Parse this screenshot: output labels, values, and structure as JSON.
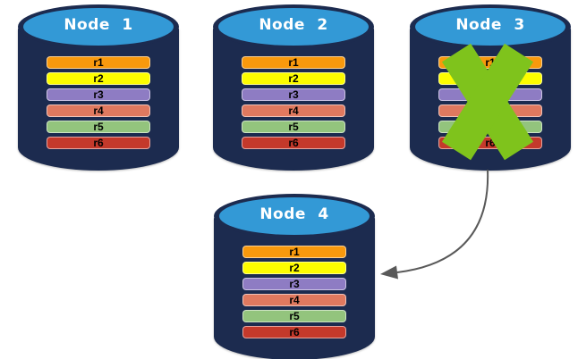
{
  "diagram": {
    "nodes": [
      {
        "id": "node-1",
        "label": "Node 1",
        "failed": false,
        "records": [
          {
            "label": "r1",
            "color": "#f8990d"
          },
          {
            "label": "r2",
            "color": "#fdfd00"
          },
          {
            "label": "r3",
            "color": "#8e7cc3"
          },
          {
            "label": "r4",
            "color": "#e0795f"
          },
          {
            "label": "r5",
            "color": "#93c47d"
          },
          {
            "label": "r6",
            "color": "#c4392b"
          }
        ]
      },
      {
        "id": "node-2",
        "label": "Node 2",
        "failed": false,
        "records": [
          {
            "label": "r1",
            "color": "#f8990d"
          },
          {
            "label": "r2",
            "color": "#fdfd00"
          },
          {
            "label": "r3",
            "color": "#8e7cc3"
          },
          {
            "label": "r4",
            "color": "#e0795f"
          },
          {
            "label": "r5",
            "color": "#93c47d"
          },
          {
            "label": "r6",
            "color": "#c4392b"
          }
        ]
      },
      {
        "id": "node-3",
        "label": "Node 3",
        "failed": true,
        "records": [
          {
            "label": "r1",
            "color": "#f8990d"
          },
          {
            "label": "r2",
            "color": "#fdfd00"
          },
          {
            "label": "r3",
            "color": "#8e7cc3"
          },
          {
            "label": "r4",
            "color": "#e0795f"
          },
          {
            "label": "r5",
            "color": "#93c47d"
          },
          {
            "label": "r6",
            "color": "#c4392b"
          }
        ]
      },
      {
        "id": "node-4",
        "label": "Node 4",
        "failed": false,
        "records": [
          {
            "label": "r1",
            "color": "#f8990d"
          },
          {
            "label": "r2",
            "color": "#fdfd00"
          },
          {
            "label": "r3",
            "color": "#8e7cc3"
          },
          {
            "label": "r4",
            "color": "#e0795f"
          },
          {
            "label": "r5",
            "color": "#93c47d"
          },
          {
            "label": "r6",
            "color": "#c4392b"
          }
        ]
      }
    ],
    "arrow": {
      "from": "Node 3",
      "to": "Node 4"
    },
    "colors": {
      "cylinder_body": "#1c2b4f",
      "cylinder_top": "#3399d6",
      "title_text": "#ffffff",
      "record_text": "#000000",
      "failure_cross": "#7fc31c",
      "arrow": "#595959",
      "background": "#ffffff"
    }
  }
}
